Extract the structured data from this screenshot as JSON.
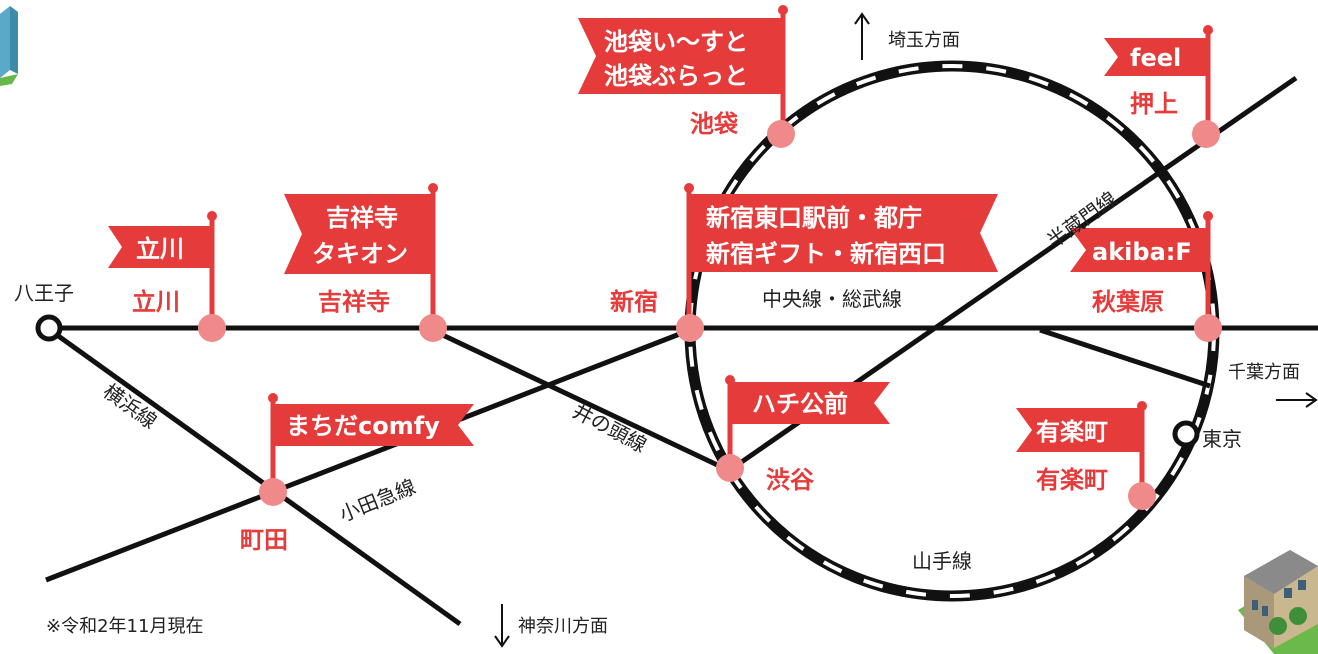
{
  "colors": {
    "flag": "#e63b3b",
    "station_dot": "#f08a8a",
    "track": "#111111",
    "text": "#222222"
  },
  "flags": {
    "ikebukuro": {
      "line1": "池袋い〜すと",
      "line2": "池袋ぶらっと"
    },
    "oshiage": "feel",
    "tachikawa": "立川",
    "kichijoji": {
      "line1": "吉祥寺",
      "line2": "タキオン"
    },
    "shinjuku": {
      "line1": "新宿東口駅前・都庁",
      "line2": "新宿ギフト・新宿西口"
    },
    "akihabara": "akiba:F",
    "machida": "まちだcomfy",
    "shibuya": "ハチ公前",
    "yurakucho": "有楽町"
  },
  "stations": {
    "ikebukuro": "池袋",
    "oshiage": "押上",
    "tachikawa": "立川",
    "kichijoji": "吉祥寺",
    "shinjuku": "新宿",
    "akihabara": "秋葉原",
    "machida": "町田",
    "shibuya": "渋谷",
    "yurakucho": "有楽町",
    "hachioji": "八王子",
    "tokyo": "東京"
  },
  "lines": {
    "chuo_sobu": "中央線・総武線",
    "hanzomon": "半蔵門線",
    "yamanote": "山手線",
    "yokohama": "横浜線",
    "odakyu": "小田急線",
    "inokashira": "井の頭線"
  },
  "directions": {
    "saitama": "埼玉方面",
    "chiba": "千葉方面",
    "kanagawa": "神奈川方面"
  },
  "icons": {
    "building": "building-icon",
    "up_arrow": "arrow-up-icon",
    "down_arrow": "arrow-down-icon",
    "right_arrow": "arrow-right-icon"
  },
  "footnote": "※令和2年11月現在"
}
